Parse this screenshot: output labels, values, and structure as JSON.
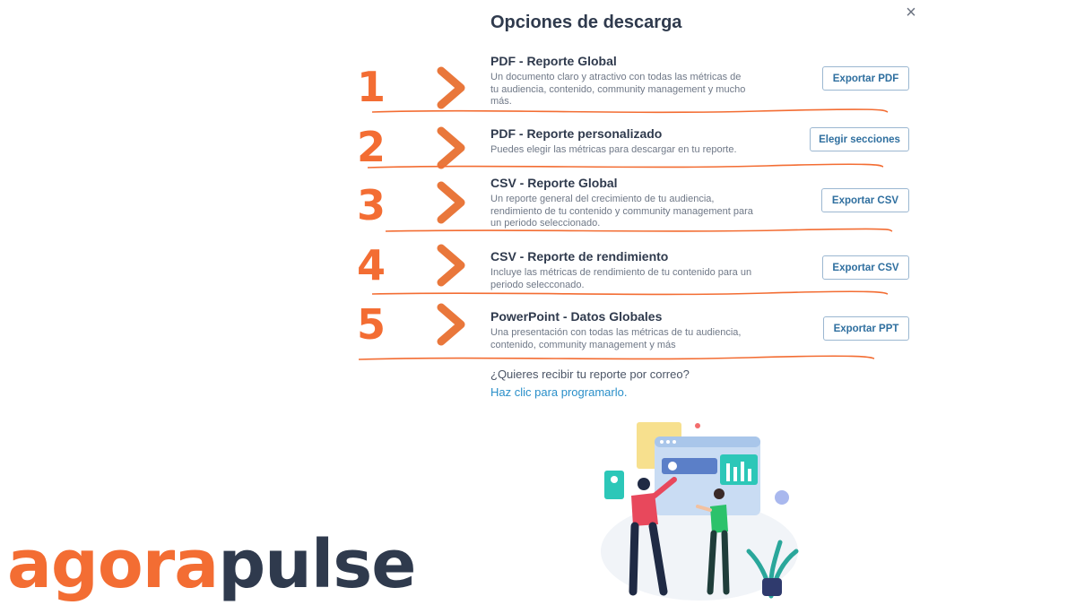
{
  "dialog": {
    "title": "Opciones de descarga",
    "close_icon": "×"
  },
  "options": [
    {
      "number": "1",
      "title": "PDF - Reporte Global",
      "description": "Un documento claro y atractivo con todas las métricas de tu audiencia, contenido, community management y mucho más.",
      "button": "Exportar PDF"
    },
    {
      "number": "2",
      "title": "PDF - Reporte personalizado",
      "description": "Puedes elegir las métricas para descargar en tu reporte.",
      "button": "Elegir secciones"
    },
    {
      "number": "3",
      "title": "CSV - Reporte Global",
      "description": "Un reporte general del crecimiento de tu audiencia, rendimiento de tu contenido y community management para un periodo seleccionado.",
      "button": "Exportar CSV"
    },
    {
      "number": "4",
      "title": "CSV - Reporte de rendimiento",
      "description": "Incluye las métricas de rendimiento de tu contenido para un periodo selecconado.",
      "button": "Exportar CSV"
    },
    {
      "number": "5",
      "title": "PowerPoint - Datos Globales",
      "description": "Una presentación con todas las métricas de tu audiencia, contenido, community management y más",
      "button": "Exportar PPT"
    }
  ],
  "email": {
    "question": "¿Quieres recibir tu reporte por correo?",
    "link": "Haz clic para programarlo."
  },
  "logo": {
    "part1": "agora",
    "part2": "pulse"
  },
  "colors": {
    "accent_orange": "#f36d33",
    "arrow_teal": "#5fd0c8",
    "link_blue": "#2a8fc9",
    "text_dark": "#2f3a4d"
  },
  "icons": {
    "close": "close-icon",
    "arrow": "arrow-right-icon"
  }
}
